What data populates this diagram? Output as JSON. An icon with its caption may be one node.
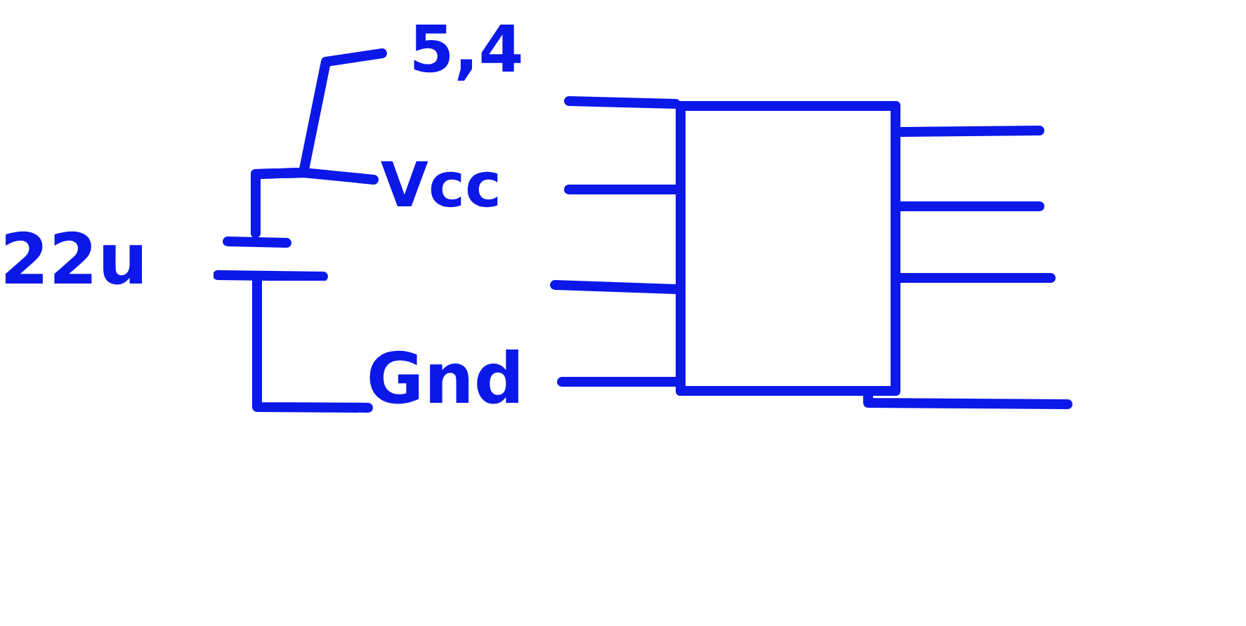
{
  "diagram": {
    "nodes": [
      {
        "text": [
          "5,4"
        ]
      },
      {
        "text": [
          "Vcc"
        ]
      },
      {
        "text": [
          "Gnd"
        ]
      },
      {
        "text": [],
        "shape": "capacitor",
        "beside": [
          "22u"
        ]
      },
      {
        "text": [],
        "shape": "box"
      }
    ],
    "edges": [
      {
        "from": 0,
        "to": 3,
        "arrow": "none"
      },
      {
        "from": 1,
        "to": 3,
        "arrow": "none"
      },
      {
        "from": 2,
        "to": 3,
        "arrow": "none"
      },
      {
        "from": null,
        "to": 4,
        "arrow": "none"
      },
      {
        "from": null,
        "to": 4,
        "arrow": "none"
      },
      {
        "from": null,
        "to": 4,
        "arrow": "none"
      },
      {
        "from": null,
        "to": 4,
        "arrow": "none"
      },
      {
        "from": null,
        "to": 4,
        "arrow": "none"
      },
      {
        "from": null,
        "to": 4,
        "arrow": "none"
      },
      {
        "from": null,
        "to": 4,
        "arrow": "none"
      },
      {
        "from": null,
        "to": 4,
        "arrow": "none"
      }
    ]
  }
}
